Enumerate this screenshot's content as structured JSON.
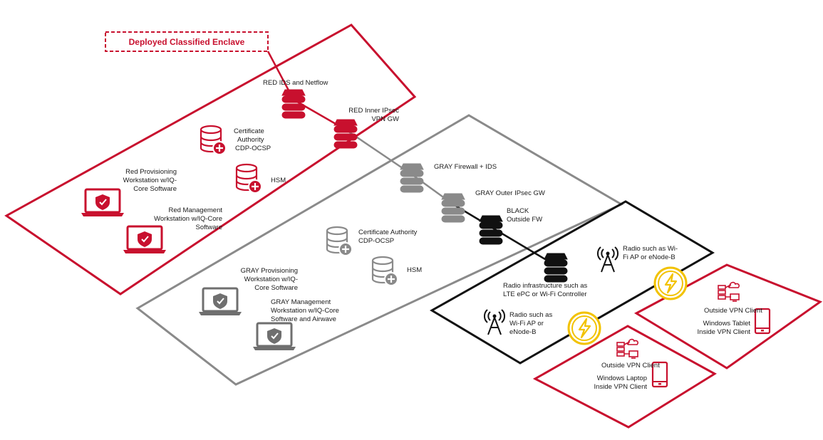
{
  "colors": {
    "red": "#c8102e",
    "gray": "#8a8a8a",
    "gray_dark": "#6f6f6f",
    "black": "#111111",
    "yellow": "#f2c200"
  },
  "title": "Deployed Classified Enclave",
  "red_zone": {
    "ids": [
      "RED IDS and Netflow"
    ],
    "vpn": [
      "RED Inner IPsec",
      "VPN GW"
    ],
    "ca": [
      "Certificate",
      "Authority",
      "CDP-OCSP"
    ],
    "hsm": [
      "HSM"
    ],
    "prov": [
      "Red Provisioning",
      "Workstation w/IQ-",
      "Core Software"
    ],
    "mgmt": [
      "Red Management",
      "Workstation w/IQ-Core",
      "Software"
    ]
  },
  "gray_zone": {
    "fw": [
      "GRAY Firewall + IDS"
    ],
    "vpn": [
      "GRAY Outer IPsec GW"
    ],
    "ca": [
      "Certificate Authority",
      "CDP-OCSP"
    ],
    "hsm": [
      "HSM"
    ],
    "prov": [
      "GRAY Provisioning",
      "Workstation w/IQ-",
      "Core Software"
    ],
    "mgmt": [
      "GRAY Management",
      "Workstation w/IQ-Core",
      "Software and Airwave"
    ]
  },
  "black_zone": {
    "fw": [
      "BLACK",
      "Outside FW"
    ],
    "radio_infra": [
      "Radio infrastructure such as",
      "LTE ePC or Wi-Fi Controller"
    ],
    "radio_top": [
      "Radio such as Wi-",
      "Fi AP or eNode-B"
    ],
    "radio_left": [
      "Radio such as",
      "Wi-Fi AP or",
      "eNode-B"
    ]
  },
  "client_tablet": {
    "outside": [
      "Outside VPN Client"
    ],
    "inside": [
      "Windows Tablet",
      "Inside VPN Client"
    ]
  },
  "client_laptop": {
    "outside": [
      "Outside VPN Client"
    ],
    "inside": [
      "Windows Laptop",
      "Inside VPN Client"
    ]
  },
  "icons": [
    "server-icon",
    "database-plus-icon",
    "laptop-shield-icon",
    "antenna-icon",
    "lightning-icon",
    "server-cloud-icon",
    "tablet-icon"
  ]
}
